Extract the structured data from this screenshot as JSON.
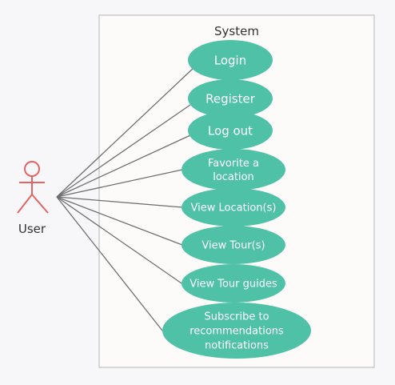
{
  "system": {
    "title": "System"
  },
  "actor": {
    "name": "User"
  },
  "use_cases": [
    {
      "id": "login",
      "lines": [
        "Login"
      ]
    },
    {
      "id": "register",
      "lines": [
        "Register"
      ]
    },
    {
      "id": "logout",
      "lines": [
        "Log out"
      ]
    },
    {
      "id": "favorite",
      "lines": [
        "Favorite a",
        "location"
      ]
    },
    {
      "id": "view-locations",
      "lines": [
        "View Location(s)"
      ]
    },
    {
      "id": "view-tours",
      "lines": [
        "View Tour(s)"
      ]
    },
    {
      "id": "view-tour-guides",
      "lines": [
        "View Tour guides"
      ]
    },
    {
      "id": "subscribe",
      "lines": [
        "Subscribe to",
        "recommendations",
        "notifications"
      ]
    }
  ],
  "colors": {
    "use_case_fill": "#4fc1a6",
    "actor_stroke": "#e06666",
    "association_line": "#6f6f6f"
  }
}
